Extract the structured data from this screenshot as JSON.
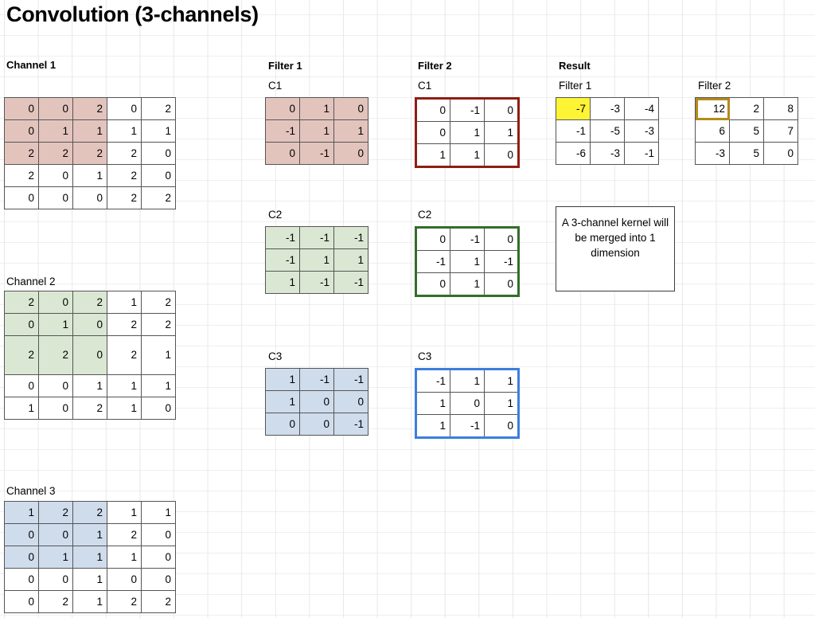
{
  "page": {
    "title": "Convolution (3-channels)"
  },
  "colors": {
    "pink": "#e3c4bd",
    "green": "#dae8d3",
    "blue": "#cfdcec",
    "yellow": "#fdf436",
    "outline_red": "#8f1d14",
    "outline_green": "#336d2b",
    "outline_blue": "#3c7ede",
    "outline_gold": "#b58a1b"
  },
  "input": {
    "heading": "Channel 1",
    "channels": [
      {
        "label": "Channel 1",
        "tint": "pink",
        "rows": [
          [
            0,
            0,
            2,
            0,
            2
          ],
          [
            0,
            1,
            1,
            1,
            1
          ],
          [
            2,
            2,
            2,
            2,
            0
          ],
          [
            2,
            0,
            1,
            2,
            0
          ],
          [
            0,
            0,
            0,
            2,
            2
          ]
        ]
      },
      {
        "label": "Channel 2",
        "tint": "green",
        "rows": [
          [
            2,
            0,
            2,
            1,
            2
          ],
          [
            0,
            1,
            0,
            2,
            2
          ],
          [
            2,
            2,
            0,
            2,
            1
          ],
          [
            0,
            0,
            1,
            1,
            1
          ],
          [
            1,
            0,
            2,
            1,
            0
          ]
        ]
      },
      {
        "label": "Channel 3",
        "tint": "blue",
        "rows": [
          [
            1,
            2,
            2,
            1,
            1
          ],
          [
            0,
            0,
            1,
            2,
            0
          ],
          [
            0,
            1,
            1,
            1,
            0
          ],
          [
            0,
            0,
            1,
            0,
            0
          ],
          [
            0,
            2,
            1,
            2,
            2
          ]
        ]
      }
    ]
  },
  "filter1": {
    "heading": "Filter 1",
    "kernels": [
      {
        "label": "C1",
        "tint": "pink",
        "rows": [
          [
            0,
            1,
            0
          ],
          [
            -1,
            1,
            1
          ],
          [
            0,
            -1,
            0
          ]
        ]
      },
      {
        "label": "C2",
        "tint": "green",
        "rows": [
          [
            -1,
            -1,
            -1
          ],
          [
            -1,
            1,
            1
          ],
          [
            1,
            -1,
            -1
          ]
        ]
      },
      {
        "label": "C3",
        "tint": "blue",
        "rows": [
          [
            1,
            -1,
            -1
          ],
          [
            1,
            0,
            0
          ],
          [
            0,
            0,
            -1
          ]
        ]
      }
    ]
  },
  "filter2": {
    "heading": "Filter 2",
    "kernels": [
      {
        "label": "C1",
        "outline": "outline_red",
        "rows": [
          [
            0,
            -1,
            0
          ],
          [
            0,
            1,
            1
          ],
          [
            1,
            1,
            0
          ]
        ]
      },
      {
        "label": "C2",
        "outline": "outline_green",
        "rows": [
          [
            0,
            -1,
            0
          ],
          [
            -1,
            1,
            -1
          ],
          [
            0,
            1,
            0
          ]
        ]
      },
      {
        "label": "C3",
        "outline": "outline_blue",
        "rows": [
          [
            -1,
            1,
            1
          ],
          [
            1,
            0,
            1
          ],
          [
            1,
            -1,
            0
          ]
        ]
      }
    ]
  },
  "result": {
    "heading": "Result",
    "maps": [
      {
        "label": "Filter 1",
        "rows": [
          [
            -7,
            -3,
            -4
          ],
          [
            -1,
            -5,
            -3
          ],
          [
            -6,
            -3,
            -1
          ]
        ],
        "highlight_cell": {
          "row": 0,
          "col": 0,
          "style": "fill-yellow"
        }
      },
      {
        "label": "Filter 2",
        "rows": [
          [
            12,
            2,
            8
          ],
          [
            6,
            5,
            7
          ],
          [
            -3,
            5,
            0
          ]
        ],
        "highlight_cell": {
          "row": 0,
          "col": 0,
          "style": "outline-gold"
        }
      }
    ],
    "note": "A 3-channel kernel will be merged into 1 dimension"
  }
}
